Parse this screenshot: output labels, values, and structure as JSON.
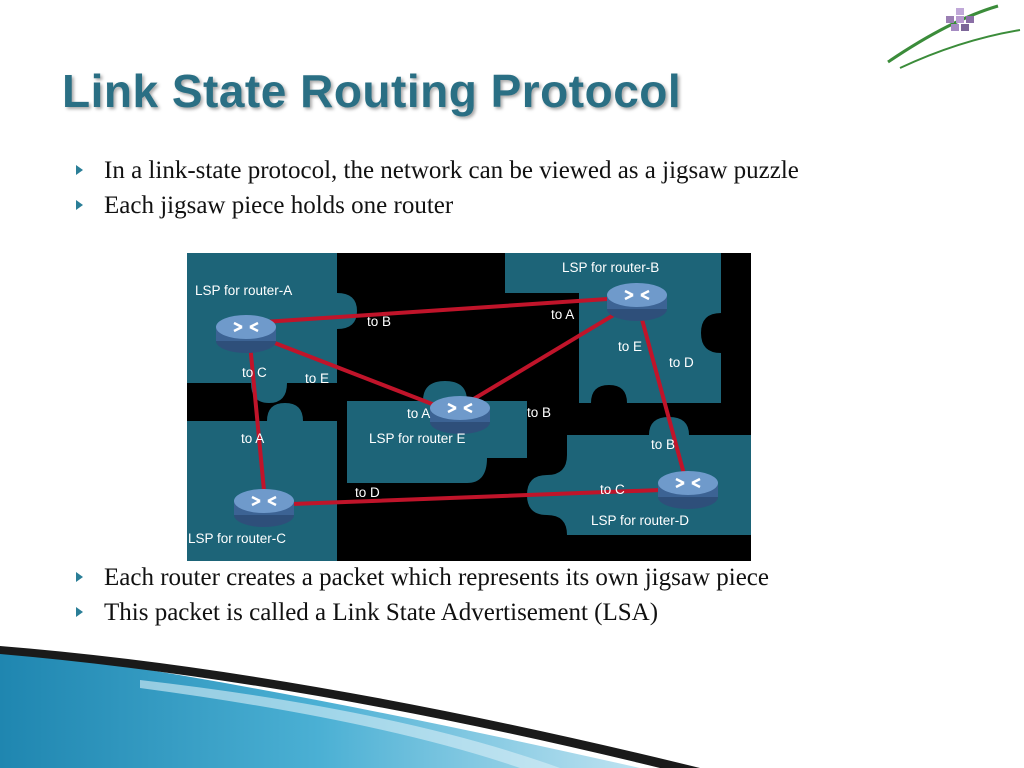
{
  "title": "Link State Routing Protocol",
  "bullets_top": [
    "In a link-state protocol, the network can be viewed as a jigsaw puzzle",
    "Each jigsaw piece holds one router"
  ],
  "bullets_bottom": [
    "Each router creates a packet which represents its own jigsaw piece",
    "This packet is called a Link State Advertisement  (LSA)"
  ],
  "diagram": {
    "lsp_labels": {
      "a": "LSP for router-A",
      "b": "LSP for router-B",
      "c": "LSP for router-C",
      "d": "LSP for router-D",
      "e": "LSP for router  E"
    },
    "link_labels": {
      "a_to_b": "to B",
      "a_to_c": "to C",
      "a_to_e": "to E",
      "b_to_a": "to A",
      "b_to_e": "to E",
      "b_to_d": "to D",
      "e_to_a": "to A",
      "e_to_b": "to B",
      "c_to_a": "to A",
      "c_to_d": "to D",
      "d_to_b": "to B",
      "d_to_c": "to C"
    }
  },
  "colors": {
    "title": "#2a6f84",
    "bullet_arrow": "#2a7e97",
    "puzzle_piece": "#1d6478",
    "link_line": "#c0142a",
    "background": "#000000"
  }
}
